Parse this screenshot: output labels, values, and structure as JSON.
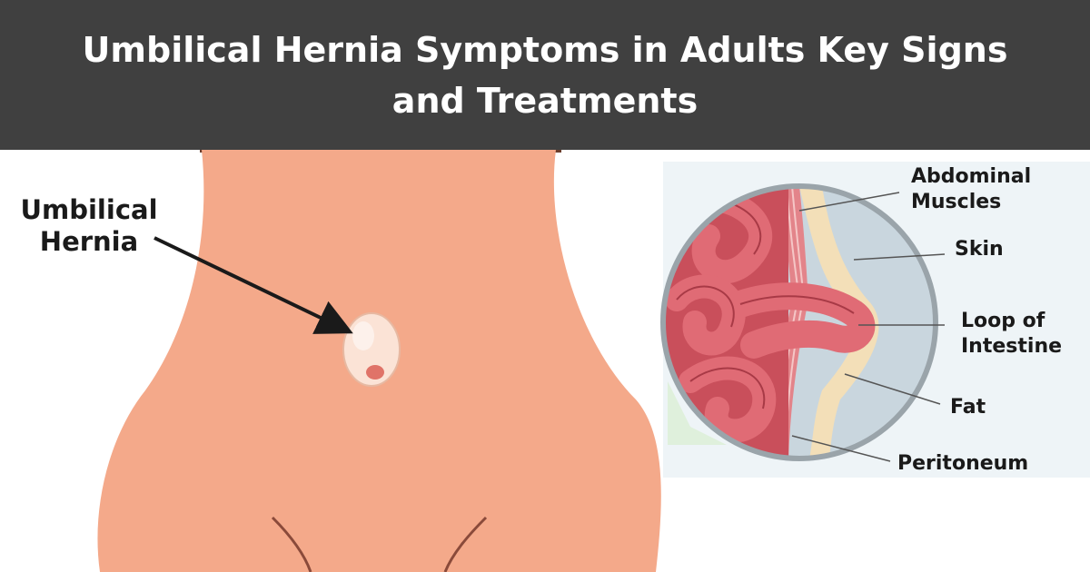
{
  "title": "Umbilical Hernia Symptoms in Adults Key Signs and Treatments",
  "left_figure": {
    "label_line1": "Umbilical",
    "label_line2": "Hernia"
  },
  "cross_section": {
    "labels": {
      "abdominal_muscles_line1": "Abdominal",
      "abdominal_muscles_line2": "Muscles",
      "skin": "Skin",
      "loop_line1": "Loop of",
      "loop_line2": "Intestine",
      "fat": "Fat",
      "peritoneum": "Peritoneum"
    }
  },
  "colors": {
    "banner": "#404040",
    "skin": "#f4a98a",
    "belt": "#6b3d2c",
    "intestine": "#d9616b",
    "inset_background": "#c9d6de"
  }
}
